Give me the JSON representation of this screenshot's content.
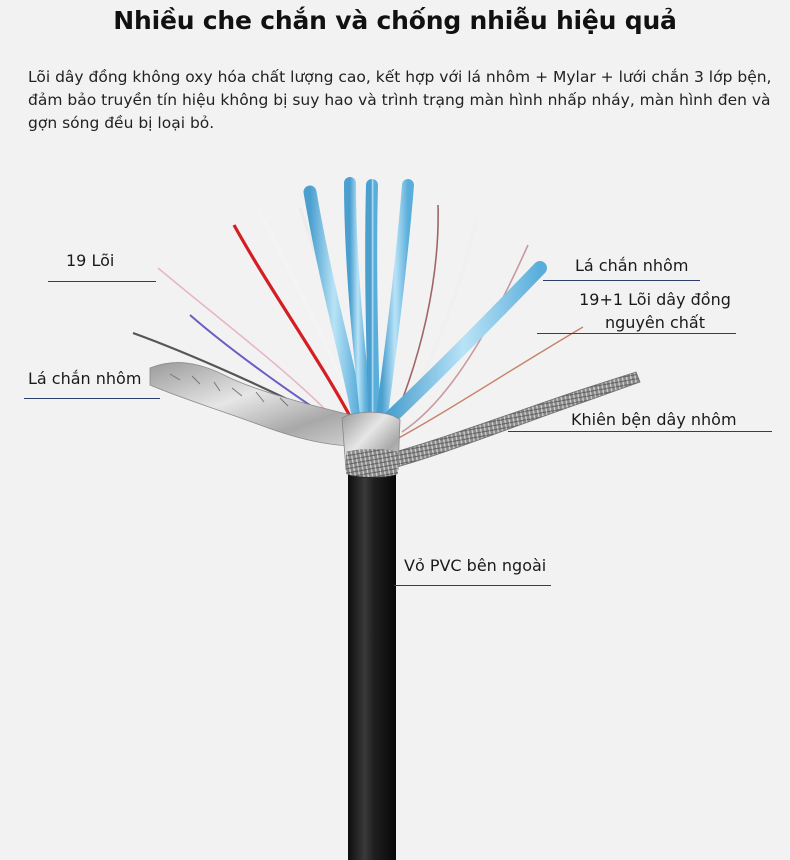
{
  "title": "Nhiều che chắn và chống nhiễu hiệu quả",
  "description": "Lõi dây đồng không oxy hóa chất lượng cao, kết hợp với lá nhôm + Mylar + lưới chắn 3 lớp bện, đảm bảo truyền tín hiệu không bị suy hao và trình trạng màn hình nhấp nháy, màn hình đen và gợn sóng đều bị loại bỏ.",
  "labels": {
    "cores_19": "19 Lõi",
    "aluminum_foil_left": "Lá chắn nhôm",
    "aluminum_foil_right": "Lá chắn nhôm",
    "pure_copper_line1": "19+1 Lõi dây đồng",
    "pure_copper_line2": "nguyên chất",
    "braided_shield": "Khiên bện dây nhôm",
    "pvc_jacket": "Vỏ PVC bên ngoài"
  },
  "colors": {
    "background": "#f2f2f2",
    "leader_line": "#2c3e6b",
    "jacket": "#151515",
    "blue_shield": "#7fc4e8",
    "foil": "#c8c8c8",
    "red_wire": "#d41e24"
  }
}
